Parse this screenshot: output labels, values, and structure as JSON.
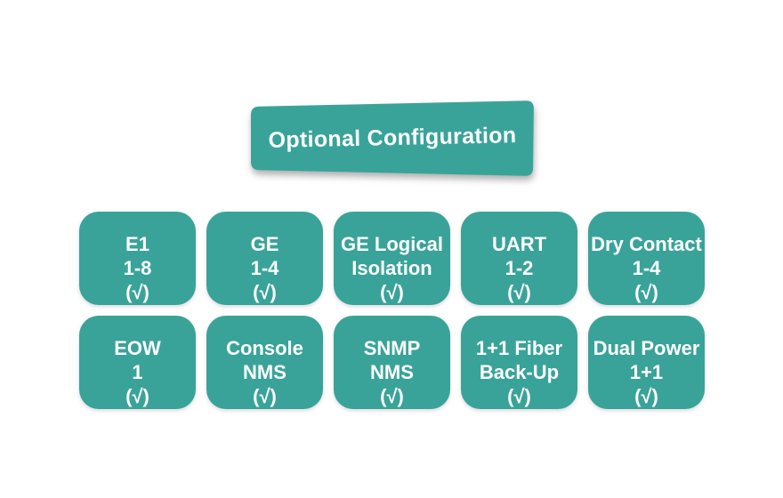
{
  "diagram": {
    "title": "Optional Configuration",
    "colors": {
      "shape_fill": "#39A399",
      "text": "#FFFFFF"
    },
    "rows": [
      {
        "cells": [
          {
            "lines": [
              "E1",
              "1-8",
              "(√)"
            ]
          },
          {
            "lines": [
              "GE",
              "1-4",
              "(√)"
            ]
          },
          {
            "lines": [
              "GE Logical",
              "Isolation",
              "(√)"
            ]
          },
          {
            "lines": [
              "UART",
              "1-2",
              "(√)"
            ]
          },
          {
            "lines": [
              "Dry Contact",
              "1-4",
              "(√)"
            ]
          }
        ]
      },
      {
        "cells": [
          {
            "lines": [
              "EOW",
              "1",
              "(√)"
            ]
          },
          {
            "lines": [
              "Console",
              "NMS",
              "(√)"
            ]
          },
          {
            "lines": [
              "SNMP",
              "NMS",
              "(√)"
            ]
          },
          {
            "lines": [
              "1+1 Fiber",
              "Back-Up",
              "(√)"
            ]
          },
          {
            "lines": [
              "Dual Power",
              "1+1",
              "(√)"
            ]
          }
        ]
      }
    ]
  }
}
